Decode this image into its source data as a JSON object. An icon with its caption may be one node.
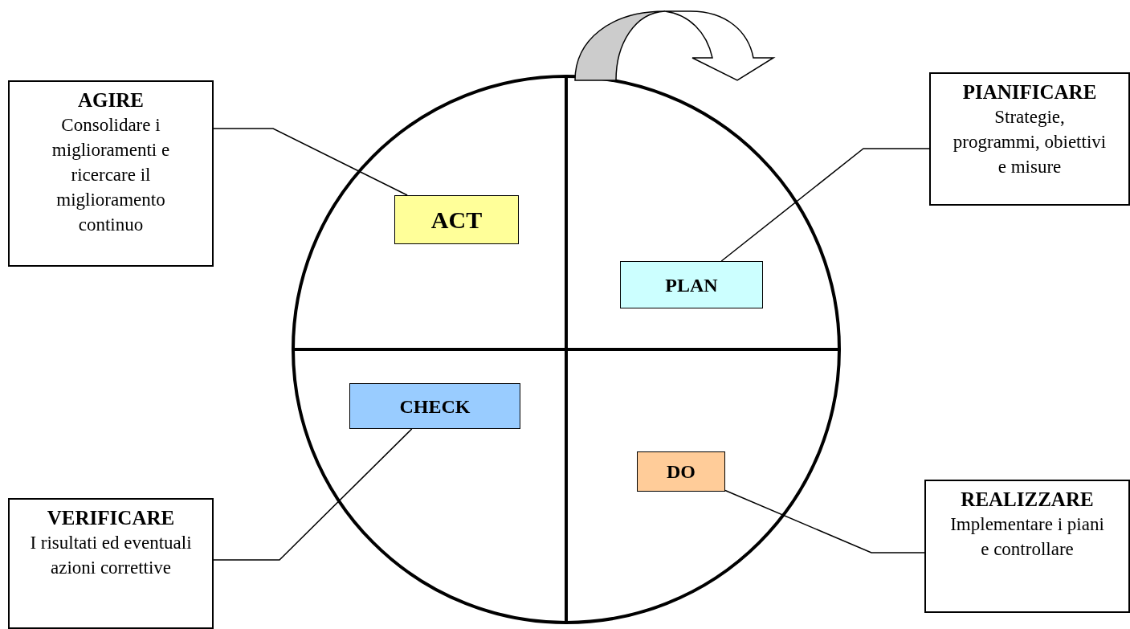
{
  "diagram": {
    "nodes": [
      {
        "text": [],
        "shape": "circle"
      },
      {
        "text": [
          "AGIRE",
          "Consolidare i miglioramenti e ricercare il miglioramento continuo"
        ]
      },
      {
        "text": [
          "ACT"
        ],
        "in": 0
      },
      {
        "text": [
          "PIANIFICARE",
          "Strategie, programmi, obiettivi e misure"
        ]
      },
      {
        "text": [
          "PLAN"
        ],
        "in": 0
      },
      {
        "text": [
          "CHECK"
        ],
        "in": 0
      },
      {
        "text": [
          "DO"
        ],
        "in": 0
      },
      {
        "text": [
          "VERIFICARE",
          "I risultati ed eventuali azioni correttive"
        ]
      },
      {
        "text": [
          "REALIZZARE",
          "Implementare i piani e controllare"
        ]
      }
    ],
    "edges": [
      {
        "from": 1,
        "to": 2,
        "arrow": "none"
      },
      {
        "from": 3,
        "to": 4,
        "arrow": "none"
      },
      {
        "from": 7,
        "to": 5,
        "arrow": "none"
      },
      {
        "from": 8,
        "to": 6,
        "arrow": "none"
      }
    ]
  }
}
